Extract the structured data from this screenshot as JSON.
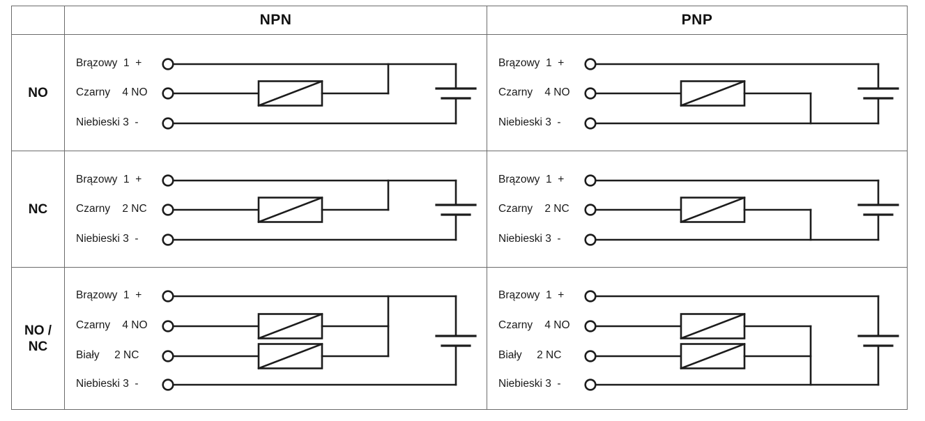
{
  "header": {
    "corner": "",
    "npn": "NPN",
    "pnp": "PNP"
  },
  "rows": [
    {
      "id": "no",
      "label_lines": [
        "NO"
      ],
      "cells": {
        "npn": {
          "type": "npn",
          "battery": true,
          "wires": [
            {
              "id": "brown",
              "label": "Brązowy  1  +",
              "has_load": false
            },
            {
              "id": "black",
              "label": "Czarny    4 NO",
              "has_load": true
            },
            {
              "id": "blue",
              "label": "Niebieski 3  -",
              "has_load": false
            }
          ]
        },
        "pnp": {
          "type": "pnp",
          "battery": true,
          "wires": [
            {
              "id": "brown",
              "label": "Brązowy  1  +",
              "has_load": false
            },
            {
              "id": "black",
              "label": "Czarny    4 NO",
              "has_load": true
            },
            {
              "id": "blue",
              "label": "Niebieski 3  -",
              "has_load": false
            }
          ]
        }
      }
    },
    {
      "id": "nc",
      "label_lines": [
        "NC"
      ],
      "cells": {
        "npn": {
          "type": "npn",
          "battery": true,
          "wires": [
            {
              "id": "brown",
              "label": "Brązowy  1  +",
              "has_load": false
            },
            {
              "id": "black",
              "label": "Czarny    2 NC",
              "has_load": true
            },
            {
              "id": "blue",
              "label": "Niebieski 3  -",
              "has_load": false
            }
          ]
        },
        "pnp": {
          "type": "pnp",
          "battery": true,
          "wires": [
            {
              "id": "brown",
              "label": "Brązowy  1  +",
              "has_load": false
            },
            {
              "id": "black",
              "label": "Czarny    2 NC",
              "has_load": true
            },
            {
              "id": "blue",
              "label": "Niebieski 3  -",
              "has_load": false
            }
          ]
        }
      }
    },
    {
      "id": "no-nc",
      "label_lines": [
        "NO /",
        "NC"
      ],
      "cells": {
        "npn": {
          "type": "npn",
          "battery": true,
          "wires": [
            {
              "id": "brown",
              "label": "Brązowy  1  +",
              "has_load": false
            },
            {
              "id": "black",
              "label": "Czarny    4 NO",
              "has_load": true
            },
            {
              "id": "white",
              "label": "Biały     2 NC",
              "has_load": true
            },
            {
              "id": "blue",
              "label": "Niebieski 3  -",
              "has_load": false
            }
          ]
        },
        "pnp": {
          "type": "pnp",
          "battery": true,
          "wires": [
            {
              "id": "brown",
              "label": "Brązowy  1  +",
              "has_load": false
            },
            {
              "id": "black",
              "label": "Czarny    4 NO",
              "has_load": true
            },
            {
              "id": "white",
              "label": "Biały     2 NC",
              "has_load": true
            },
            {
              "id": "blue",
              "label": "Niebieski 3  -",
              "has_load": false
            }
          ]
        }
      }
    }
  ],
  "colors": {
    "line": "#1c1c1c",
    "border": "#6b6b6b",
    "text": "#1a1a1a",
    "background": "#ffffff"
  }
}
